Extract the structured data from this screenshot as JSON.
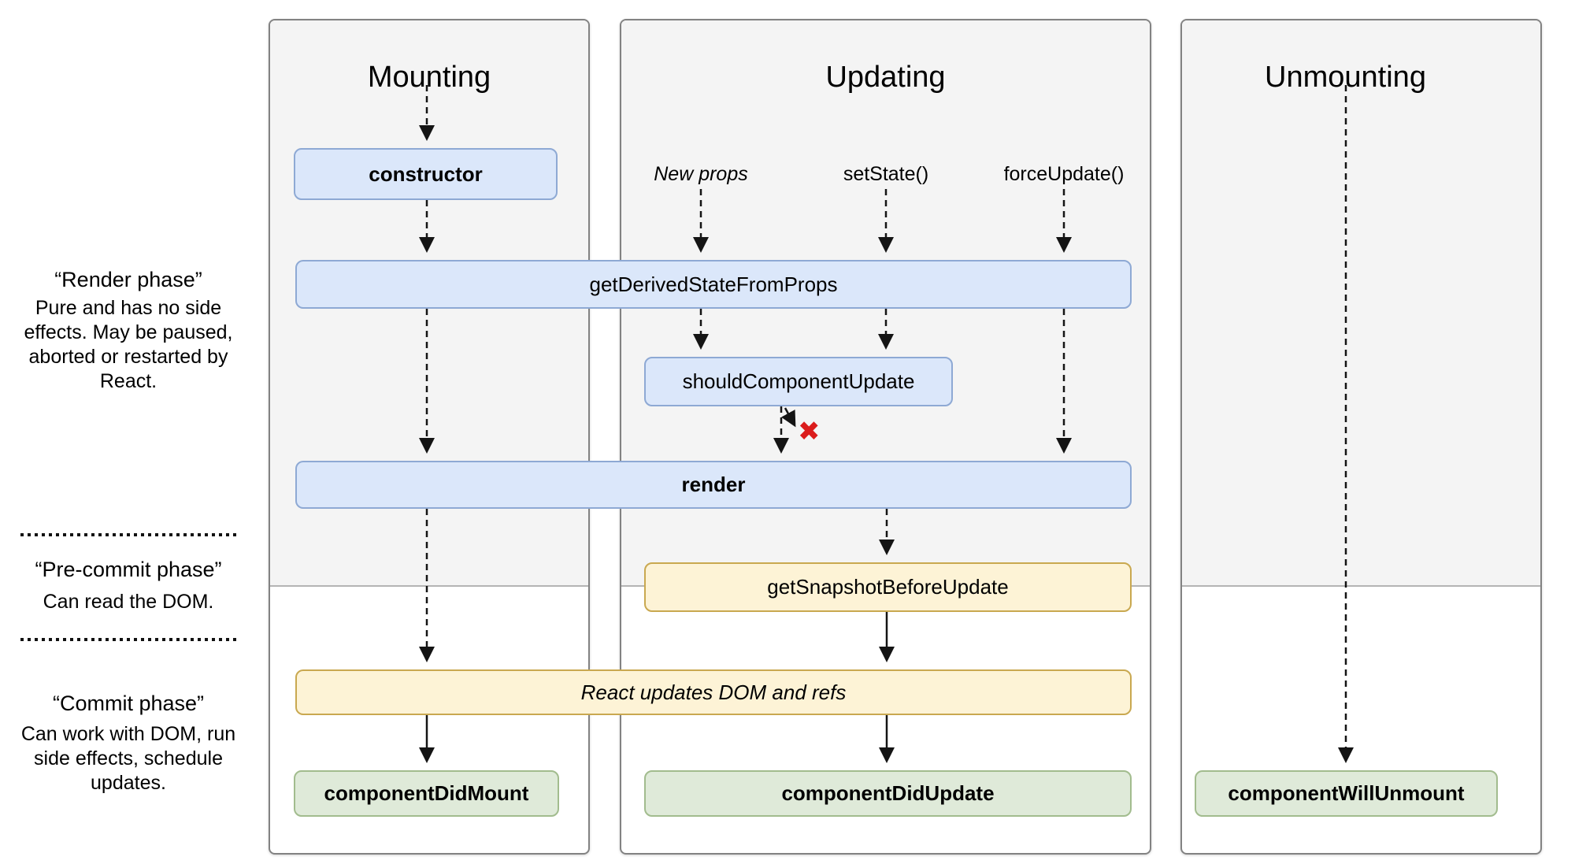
{
  "diagram": {
    "sidebar": {
      "sections": [
        {
          "title": "“Render phase”",
          "body": "Pure and has no side effects. May be paused, aborted or restarted by React."
        },
        {
          "title": "“Pre-commit phase”",
          "body": "Can read the DOM."
        },
        {
          "title": "“Commit phase”",
          "body": "Can work with DOM, run side effects, schedule updates."
        }
      ]
    },
    "columns": [
      {
        "title": "Mounting"
      },
      {
        "title": "Updating"
      },
      {
        "title": "Unmounting"
      }
    ],
    "triggers": {
      "new_props": "New props",
      "set_state": "setState()",
      "force_update": "forceUpdate()"
    },
    "nodes": {
      "constructor": "constructor",
      "get_derived_state_from_props": "getDerivedStateFromProps",
      "should_component_update": "shouldComponentUpdate",
      "render": "render",
      "get_snapshot_before_update": "getSnapshotBeforeUpdate",
      "react_updates_dom": "React updates DOM and refs",
      "component_did_mount": "componentDidMount",
      "component_did_update": "componentDidUpdate",
      "component_will_unmount": "componentWillUnmount"
    },
    "reject_mark": "✖",
    "colors": {
      "blue_fill": "#dbe7fa",
      "blue_border": "#8ea9d4",
      "yellow_fill": "#fdf3d6",
      "yellow_border": "#c9a850",
      "green_fill": "#dfead9",
      "green_border": "#a2bc8e",
      "panel_gray": "#f4f4f4",
      "panel_border": "#828282",
      "phase_line": "#b4b4b4",
      "reject_red": "#db1c1c",
      "ink": "#0f0f0f"
    }
  }
}
